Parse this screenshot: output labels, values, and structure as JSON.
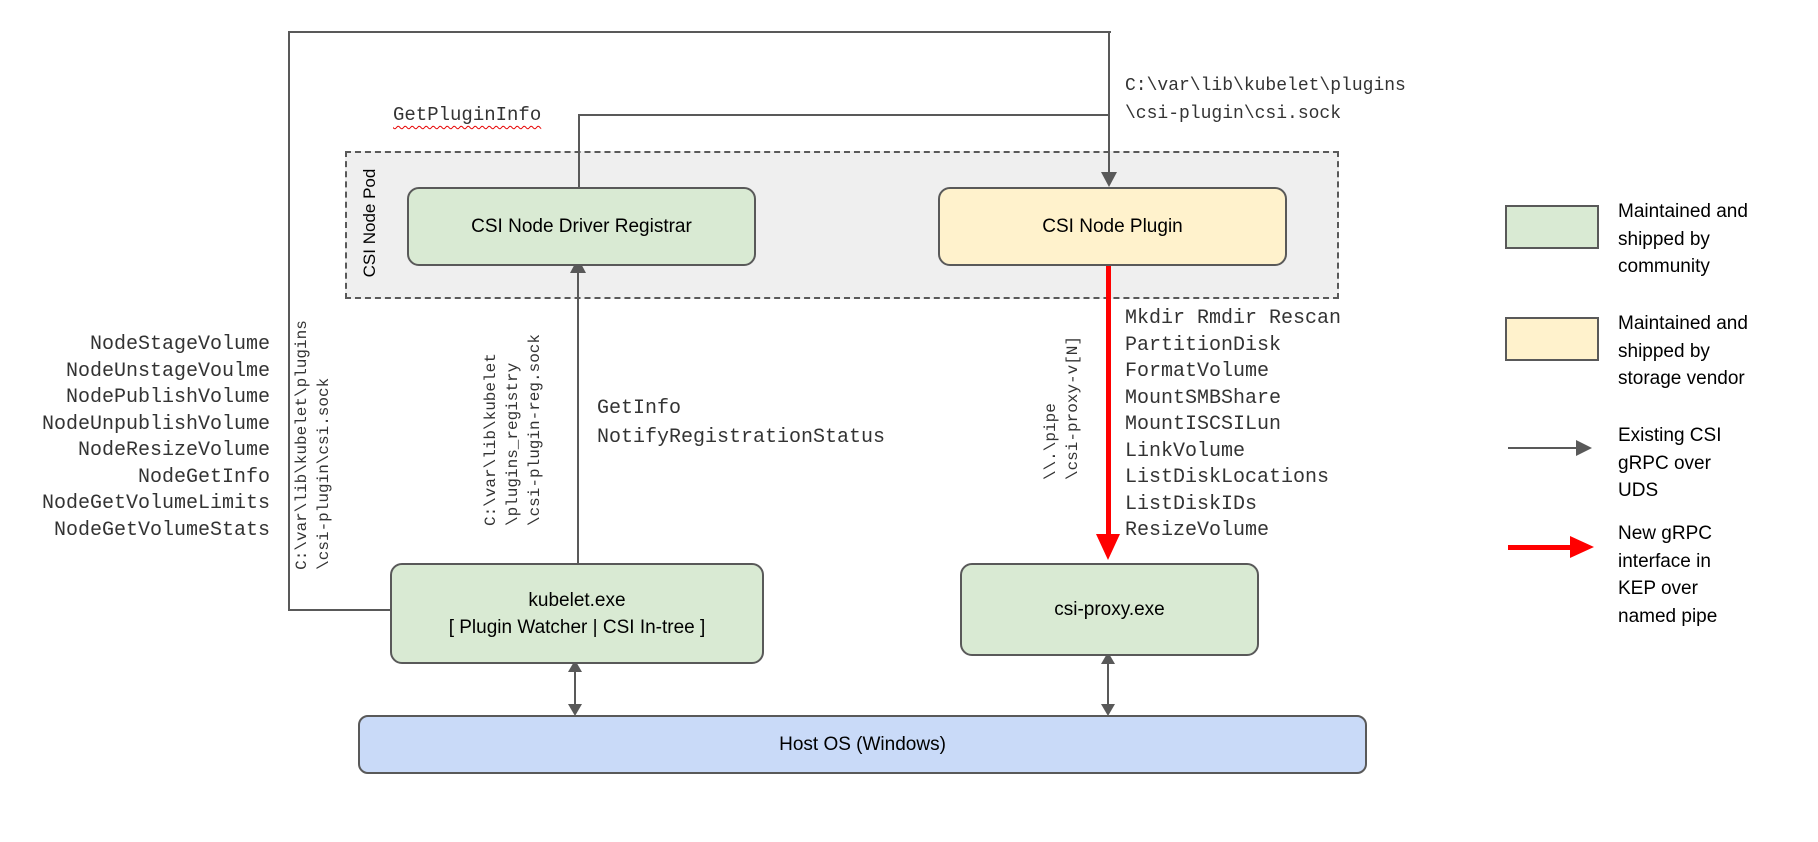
{
  "pod": {
    "label": "CSI Node Pod"
  },
  "boxes": {
    "registrar": "CSI Node Driver Registrar",
    "plugin": "CSI Node Plugin",
    "kubelet": [
      "kubelet.exe",
      "[ Plugin Watcher | CSI In-tree ]"
    ],
    "csi_proxy": "csi-proxy.exe",
    "host_os": "Host OS (Windows)"
  },
  "labels": {
    "get_plugin_info": "GetPluginInfo",
    "csi_sock_top": [
      "C:\\var\\lib\\kubelet\\plugins",
      "\\csi-plugin\\csi.sock"
    ],
    "csi_sock_left": [
      "C:\\var\\lib\\kubelet\\plugins",
      "\\csi-plugin\\csi.sock"
    ],
    "registration_sock": [
      "C:\\var\\lib\\kubelet",
      "\\plugins_registry",
      "\\csi-plugin-reg.sock"
    ],
    "named_pipe": [
      "\\\\.\\pipe",
      "\\csi-proxy-v[N]"
    ],
    "kubelet_node_calls": [
      "NodeStageVolume",
      "NodeUnstageVoulme",
      "NodePublishVolume",
      "NodeUnpublishVolume",
      "NodeResizeVolume",
      "NodeGetInfo",
      "NodeGetVolumeLimits",
      "NodeGetVolumeStats"
    ],
    "registration_calls": [
      "GetInfo",
      "NotifyRegistrationStatus"
    ],
    "proxy_calls": [
      "Mkdir Rmdir Rescan",
      "PartitionDisk",
      "FormatVolume",
      "MountSMBShare",
      "MountISCSILun",
      "LinkVolume",
      "ListDiskLocations",
      "ListDiskIDs",
      "ResizeVolume"
    ]
  },
  "legend": {
    "community": "Maintained and\nshipped by\ncommunity",
    "vendor": "Maintained and\nshipped by\nstorage vendor",
    "uds": "Existing CSI\ngRPC over\nUDS",
    "pipe": "New gRPC\ninterface in\nKEP over\nnamed pipe"
  },
  "colors": {
    "community": "#d9ead3",
    "vendor": "#fff2cc",
    "host": "#c9daf8",
    "pod_fill": "#efefef",
    "stroke": "#595959",
    "new_interface": "#ff0000"
  }
}
